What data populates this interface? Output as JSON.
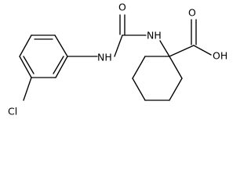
{
  "molecule": {
    "labels": {
      "cl": "Cl",
      "nh_aryl": "NH",
      "nh_cyclo": "NH",
      "o_carbonyl_urea": "O",
      "o_carbonyl_acid": "O",
      "oh": "OH"
    },
    "colors": {
      "bond": "#000000",
      "text": "#000000",
      "background": "#ffffff"
    }
  }
}
